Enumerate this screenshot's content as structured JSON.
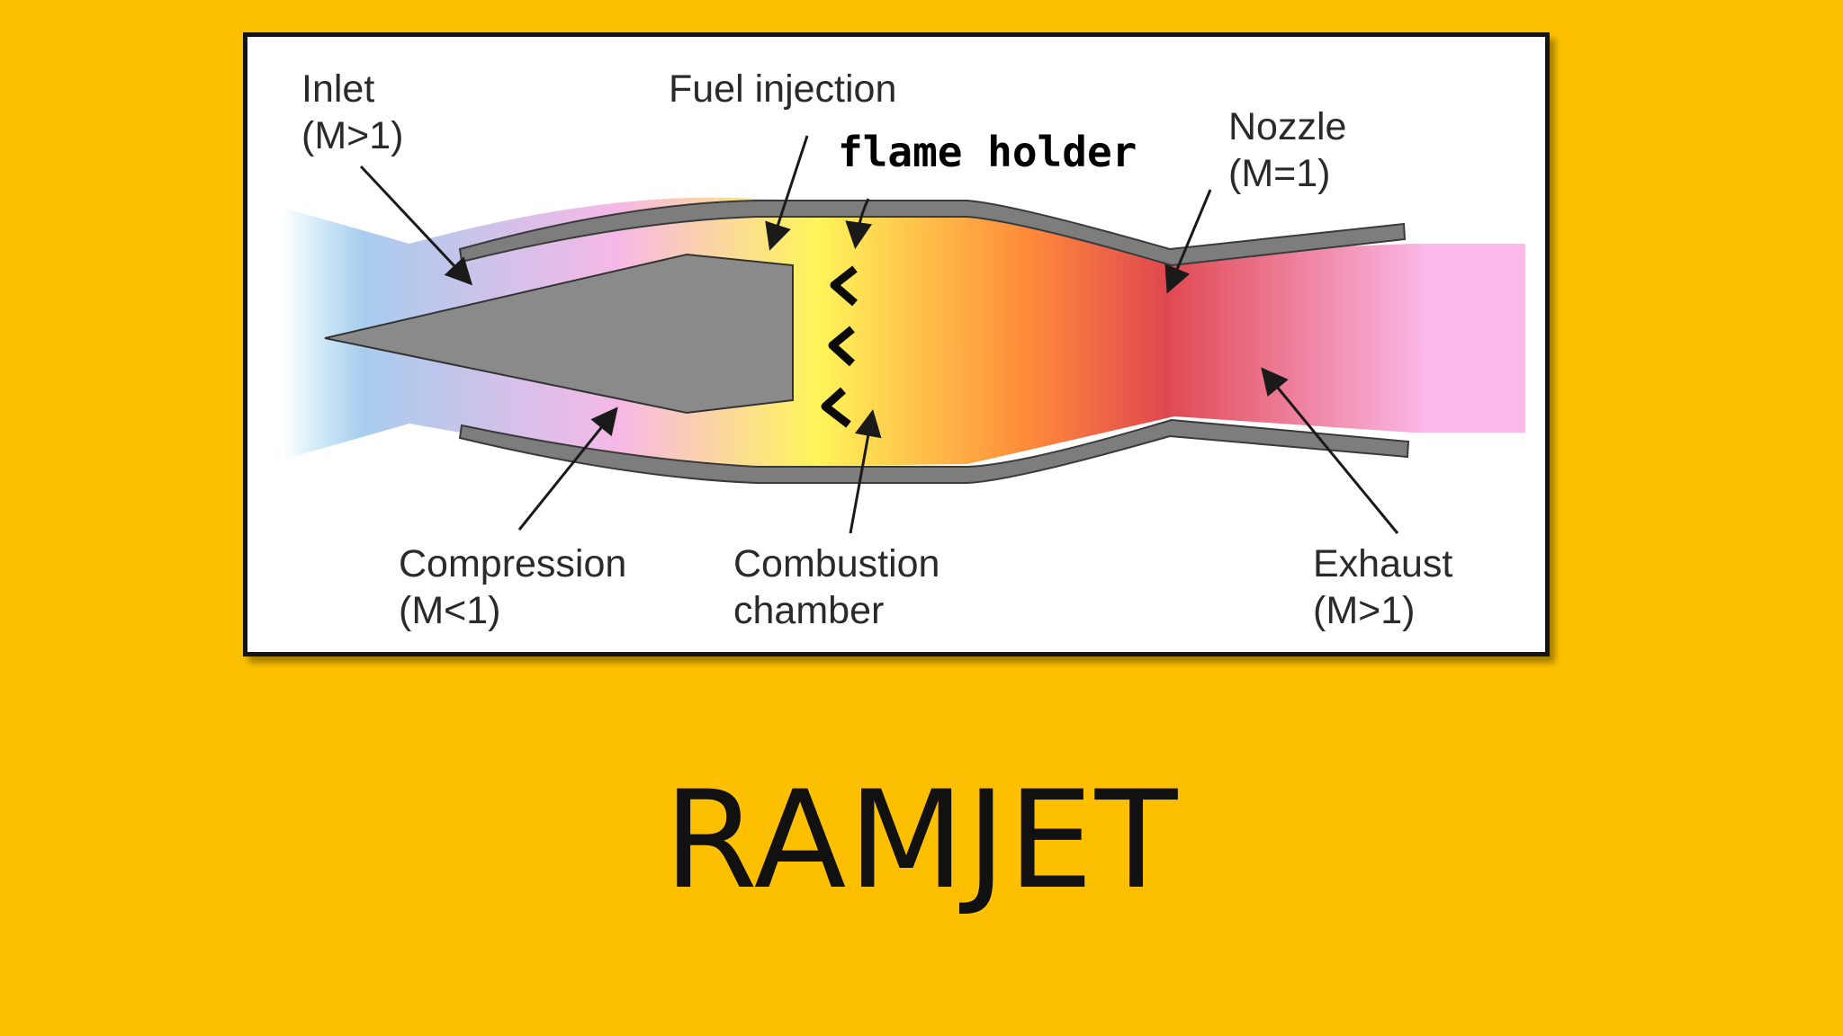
{
  "slide": {
    "title": "RAMJET",
    "background_color": "#FDC000"
  },
  "diagram": {
    "labels": {
      "inlet": "Inlet",
      "inlet_mach": "(M>1)",
      "fuel_injection": "Fuel injection",
      "flame_holder": "flame holder",
      "nozzle": "Nozzle",
      "nozzle_mach": "(M=1)",
      "compression": "Compression",
      "compression_mach": "(M<1)",
      "combustion_line1": "Combustion",
      "combustion_line2": "chamber",
      "exhaust": "Exhaust",
      "exhaust_mach": "(M>1)"
    },
    "flow_colors": {
      "inlet": "#8FD3F0",
      "compression": "#F6B8E6",
      "fuel": "#FFF55A",
      "combustion": "#FF8A3A",
      "throat": "#E04850",
      "exhaust": "#FBB8E8"
    },
    "casing_color": "#7D7D7D",
    "center_body_color": "#8A8A8A"
  }
}
